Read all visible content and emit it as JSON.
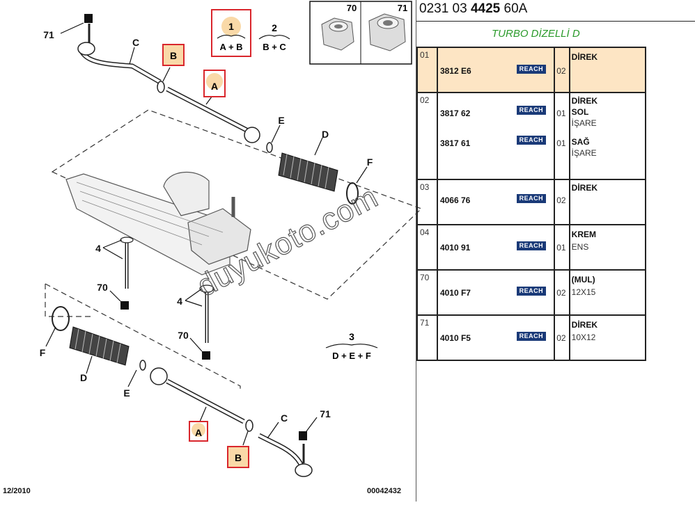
{
  "header": {
    "prefix": "0231 03",
    "bold": "4425",
    "suffix": "60A"
  },
  "subheader": "TURBO DİZELLİ D",
  "diagram": {
    "labels": {
      "a": "A",
      "b": "B",
      "c": "C",
      "d": "D",
      "e": "E",
      "f": "F",
      "n4": "4",
      "n70": "70",
      "n71": "71",
      "n1": "1",
      "n2": "2",
      "n3": "3",
      "f1": "A + B",
      "f2": "B + C",
      "f3": "D + E + F"
    },
    "footer_date": "12/2010",
    "footer_code": "00042432",
    "watermark": "duyukoto.com",
    "nut_labels": [
      "70",
      "71"
    ],
    "colors": {
      "highlight_fill": "#f9d9a8",
      "highlight_border": "#d9262c"
    }
  },
  "parts": [
    {
      "num": "01",
      "lines": [
        {
          "ref": "3812 E6",
          "qty": "02",
          "desc": [
            "DİREK"
          ]
        }
      ],
      "selected": true
    },
    {
      "num": "02",
      "lines": [
        {
          "ref": "3817 62",
          "qty": "01",
          "desc": [
            "SOL",
            "İŞARE"
          ]
        },
        {
          "ref": "3817 61",
          "qty": "01",
          "desc": [
            "SAĞ",
            "İŞARE"
          ]
        }
      ],
      "head": "DİREK"
    },
    {
      "num": "03",
      "lines": [
        {
          "ref": "4066 76",
          "qty": "02",
          "desc": [
            "DİREK"
          ]
        }
      ]
    },
    {
      "num": "04",
      "lines": [
        {
          "ref": "4010 91",
          "qty": "01",
          "desc": [
            "KREM",
            "ENS"
          ]
        }
      ]
    },
    {
      "num": "70",
      "lines": [
        {
          "ref": "4010 F7",
          "qty": "02",
          "desc": [
            "(MUL)",
            "12X15"
          ]
        }
      ]
    },
    {
      "num": "71",
      "lines": [
        {
          "ref": "4010 F5",
          "qty": "02",
          "desc": [
            "DİREK",
            "10X12"
          ]
        }
      ]
    }
  ],
  "reach_label": "REACH"
}
